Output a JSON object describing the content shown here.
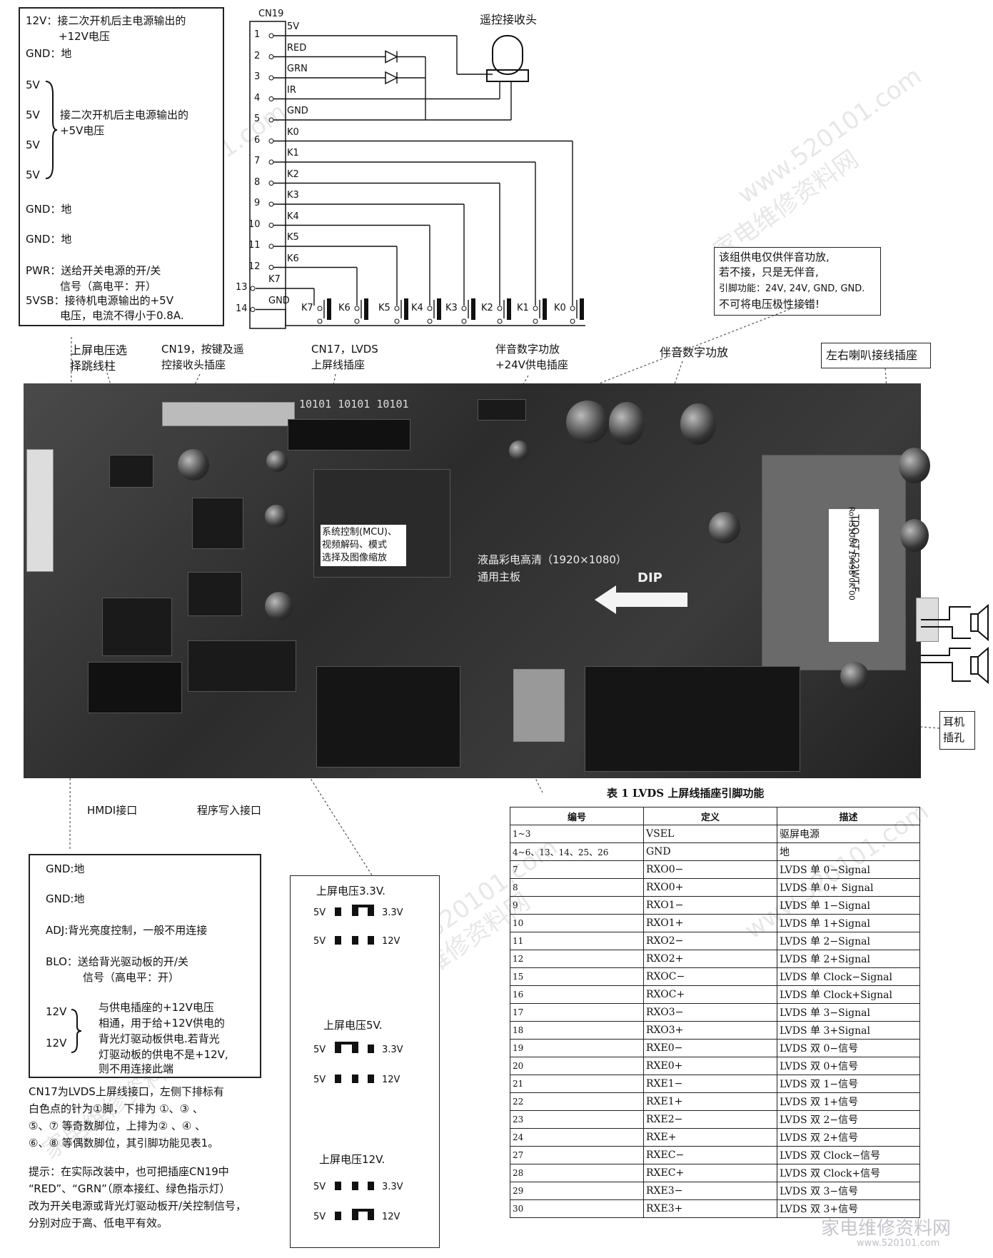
{
  "top_left_box": {
    "l1": "12V：接二次开机后主电源输出的",
    "l2": "+12V电压",
    "l3": "GND：地",
    "v1": "5V",
    "v2": "5V",
    "v3": "5V",
    "v4": "5V",
    "l4": "接二次开机后主电源输出的",
    "l5": "+5V电压",
    "l6": "GND：地",
    "l7": "GND：地",
    "l8": "PWR：送给开关电源的开/关",
    "l9": "信号（高电平：开）",
    "l10": "5VSB：接待机电源输出的+5V",
    "l11": "电压，电流不得小于0.8A."
  },
  "cn19": {
    "title": "CN19",
    "pins": [
      "1",
      "2",
      "3",
      "4",
      "5",
      "6",
      "7",
      "8",
      "9",
      "10",
      "11",
      "12",
      "13",
      "14"
    ],
    "signals": [
      "5V",
      "RED",
      "GRN",
      "IR",
      "GND",
      "K0",
      "K1",
      "K2",
      "K3",
      "K4",
      "K5",
      "K6",
      "K7",
      "GND"
    ],
    "keys": [
      "K7",
      "K6",
      "K5",
      "K4",
      "K3",
      "K2",
      "K1",
      "K0"
    ],
    "receiver_label": "遥控接收头"
  },
  "note_amp": {
    "l1": "该组供电仅供伴音功放,",
    "l2": "若不接，只是无伴音,",
    "l3": "引脚功能：24V, 24V, GND, GND.",
    "l4": "不可将电压极性接错!"
  },
  "callouts": {
    "jumper": "上屏电压选\n择跳线柱",
    "cn19": "CN19，按键及遥\n控接收头插座",
    "cn17": "CN17，LVDS\n上屏线插座",
    "amp24": "伴音数字功放\n+24V供电插座",
    "amp": "伴音数字功放",
    "speaker": "左右喇叭接线插座",
    "headphone": "耳机\n插孔",
    "hdmi": "HMDI接口",
    "program": "程序写入接口"
  },
  "board": {
    "chip_label": "系统控制(MCU)、\n视频解码、模式\n选择及图像缩放",
    "title_l1": "液晶彩电高清（1920×1080）",
    "title_l2": "通用主板",
    "dip": "DIP",
    "silk": "10101  10101  10101",
    "tuner_l1": "TDQ-6T-F22WT-F",
    "tuner_l2": "RoHS1004 1949B 0K 00"
  },
  "bottom_left_box": {
    "l1": "GND:地",
    "l2": "GND:地",
    "l3": "ADJ:背光亮度控制，一般不用连接",
    "l4": "BLO：送给背光驱动板的开/关",
    "l5": "信号（高电平：开）",
    "v1": "12V",
    "v2": "12V",
    "l6": "与供电插座的+12V电压",
    "l7": "相通，用于给+12V供电的",
    "l8": "背光灯驱动板供电.若背光",
    "l9": "灯驱动板的供电不是+12V,",
    "l10": "则不用连接此端"
  },
  "cn17_note": {
    "l1": "CN17为LVDS上屏线接口，左侧下排标有",
    "l2": "白色点的针为①脚，下排为 ①、③ 、",
    "l3": "⑤、⑦ 等奇数脚位，上排为② 、④ 、",
    "l4": "⑥、⑧ 等偶数脚位，其引脚功能见表1。"
  },
  "tip": {
    "l1": "提示：在实际改装中，也可把插座CN19中",
    "l2": "“RED”、“GRN”（原本接红、绿色指示灯）",
    "l3": "改为开关电源或背光灯驱动板开/关控制信号，",
    "l4": "分别对应于高、低电平有效。"
  },
  "jumper_box": {
    "t1": "上屏电压3.3V.",
    "t2": "上屏电压5V.",
    "t3": "上屏电压12V.",
    "left": "5V",
    "r33": "3.3V",
    "r12": "12V"
  },
  "table": {
    "caption": "表 1  LVDS 上屏线插座引脚功能",
    "headers": [
      "编号",
      "定义",
      "描述"
    ],
    "rows": [
      [
        "1~3",
        "VSEL",
        "驱屏电源"
      ],
      [
        "4~6、13、14、25、26",
        "GND",
        "地"
      ],
      [
        "7",
        "RXO0−",
        "LVDS 单 0−Signal"
      ],
      [
        "8",
        "RXO0+",
        "LVDS 单 0+ Signal"
      ],
      [
        "9",
        "RXO1−",
        "LVDS 单 1−Signal"
      ],
      [
        "10",
        "RXO1+",
        "LVDS 单 1+Signal"
      ],
      [
        "11",
        "RXO2−",
        "LVDS 单 2−Signal"
      ],
      [
        "12",
        "RXO2+",
        "LVDS 单 2+Signal"
      ],
      [
        "15",
        "RXOC−",
        "LVDS 单 Clock−Signal"
      ],
      [
        "16",
        "RXOC+",
        "LVDS 单 Clock+Signal"
      ],
      [
        "17",
        "RXO3−",
        "LVDS 单 3−Signal"
      ],
      [
        "18",
        "RXO3+",
        "LVDS 单 3+Signal"
      ],
      [
        "19",
        "RXE0−",
        "LVDS 双 0−信号"
      ],
      [
        "20",
        "RXE0+",
        "LVDS 双 0+信号"
      ],
      [
        "21",
        "RXE1−",
        "LVDS 双 1−信号"
      ],
      [
        "22",
        "RXE1+",
        "LVDS 双 1+信号"
      ],
      [
        "23",
        "RXE2−",
        "LVDS 双 2−信号"
      ],
      [
        "24",
        "RXE+",
        "LVDS 双 2+信号"
      ],
      [
        "27",
        "RXEC−",
        "LVDS 双 Clock−信号"
      ],
      [
        "28",
        "RXEC+",
        "LVDS 双 Clock+信号"
      ],
      [
        "29",
        "RXE3−",
        "LVDS 双 3−信号"
      ],
      [
        "30",
        "RXE3+",
        "LVDS 双 3+信号"
      ]
    ]
  },
  "watermark": {
    "text1": "家电维修资料网",
    "text2": "www.520101.com",
    "logo": "家电维修资料网",
    "logo_url": "www.520101.com"
  }
}
